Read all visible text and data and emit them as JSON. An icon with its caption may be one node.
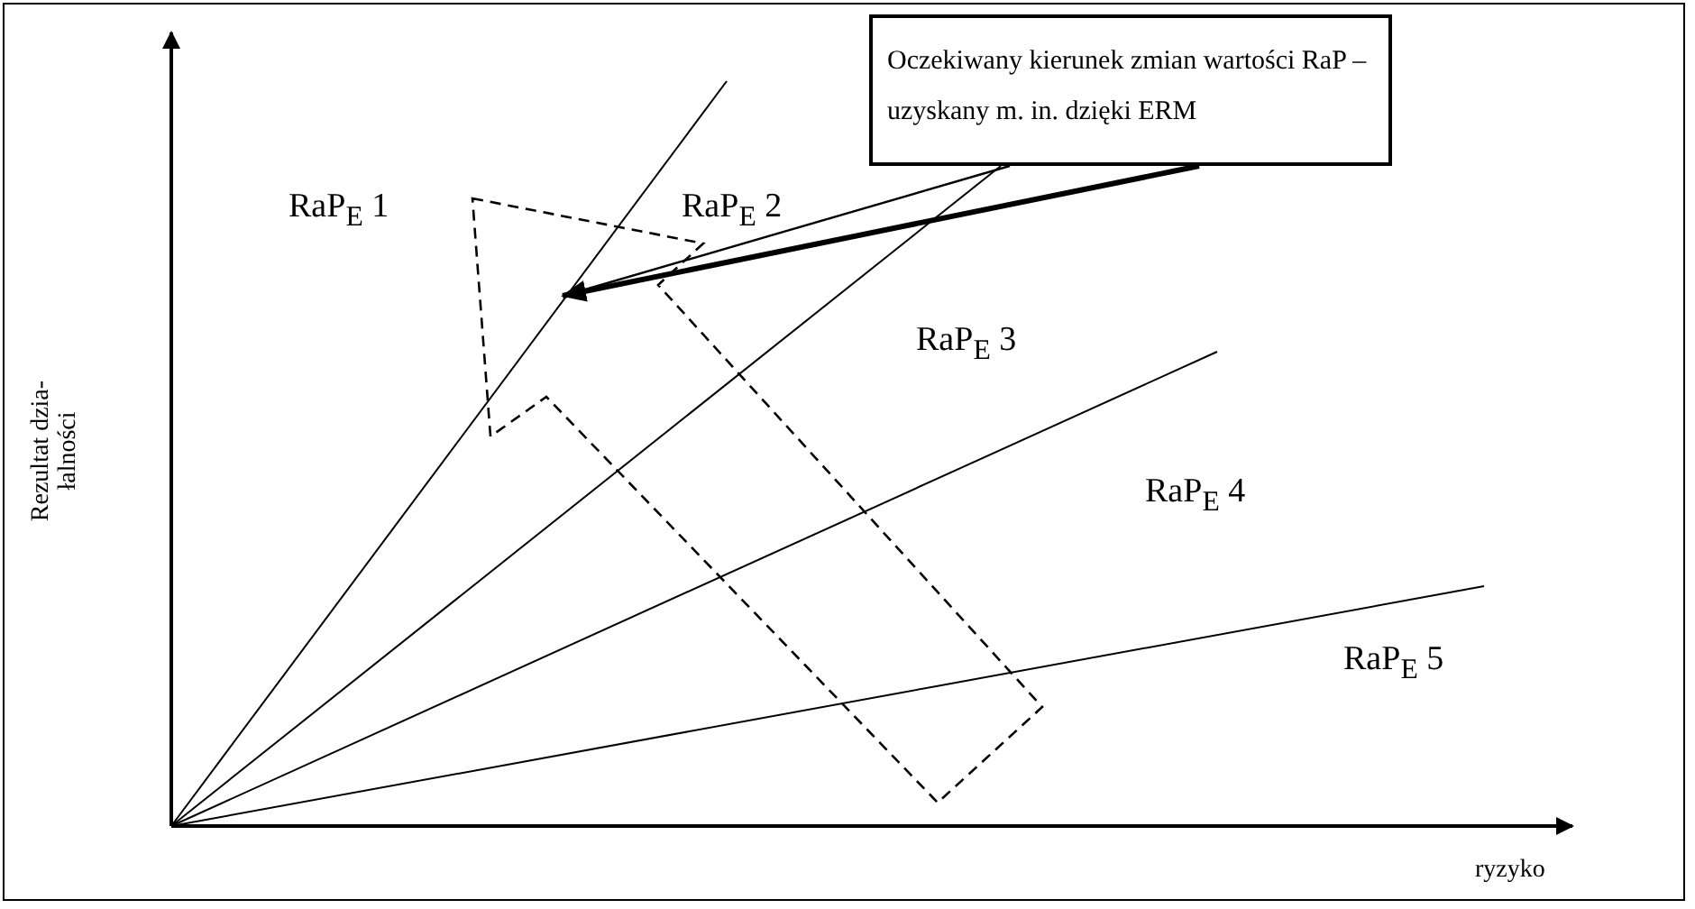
{
  "diagram": {
    "nodes": [
      {
        "text": [
          "Oczekiwany kierunek zmian wartości RaP – uzyskany m. in. dzięki ERM"
        ]
      },
      {
        "text": [],
        "shape": "arrow"
      }
    ],
    "edges": [
      {
        "from": 0,
        "to": 1,
        "arrow": "to"
      }
    ],
    "labels": [
      "Rezultat dzia- łalności",
      "RaP$_{E}$ 1",
      "RaP$_{E}$ 2",
      "RaP$_{E}$ 3",
      "RaP$_{E}$ 4",
      "RaP$_{E}$ 5",
      "ryzyko"
    ]
  }
}
